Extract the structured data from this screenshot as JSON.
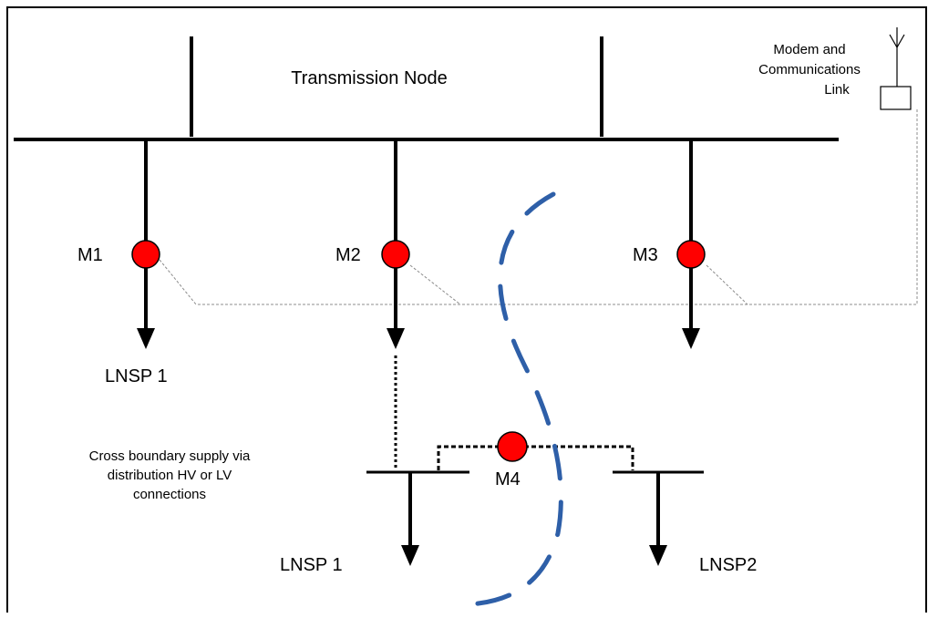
{
  "labels": {
    "transmission_node": "Transmission Node",
    "modem_line1": "Modem and",
    "modem_line2": "Communications",
    "modem_line3": "Link",
    "meter_m1": "M1",
    "meter_m2": "M2",
    "meter_m3": "M3",
    "meter_m4": "M4",
    "lnsp1_upper": "LNSP 1",
    "lnsp1_lower": "LNSP 1",
    "lnsp2": "LNSP2",
    "cross_line1": "Cross boundary supply via",
    "cross_line2": "distribution HV or LV",
    "cross_line3": "connections"
  },
  "colors": {
    "meter_fill": "#ff0000",
    "boundary_curve": "#2e5fa8",
    "comm_line": "#8c8c8c",
    "line": "#000000"
  }
}
